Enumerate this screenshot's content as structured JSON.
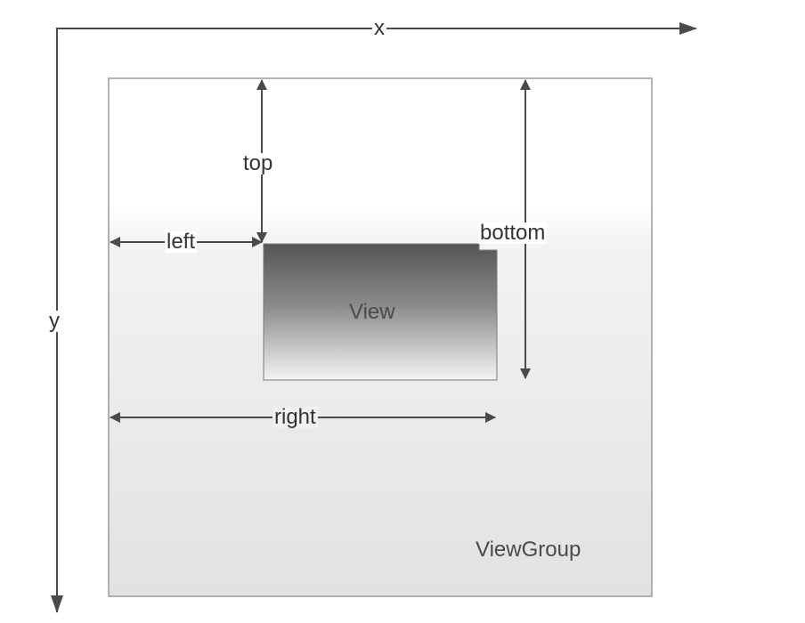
{
  "axes": {
    "x_label": "x",
    "y_label": "y"
  },
  "labels": {
    "top": "top",
    "left": "left",
    "bottom": "bottom",
    "right": "right",
    "view": "View",
    "view_group": "ViewGroup"
  },
  "colors": {
    "axis": "#4a4a4a",
    "view_group_fill_top": "#ffffff",
    "view_group_fill_bottom": "#e2e2e2",
    "view_fill_top": "#555555",
    "view_fill_bottom": "#f4f4f4"
  }
}
